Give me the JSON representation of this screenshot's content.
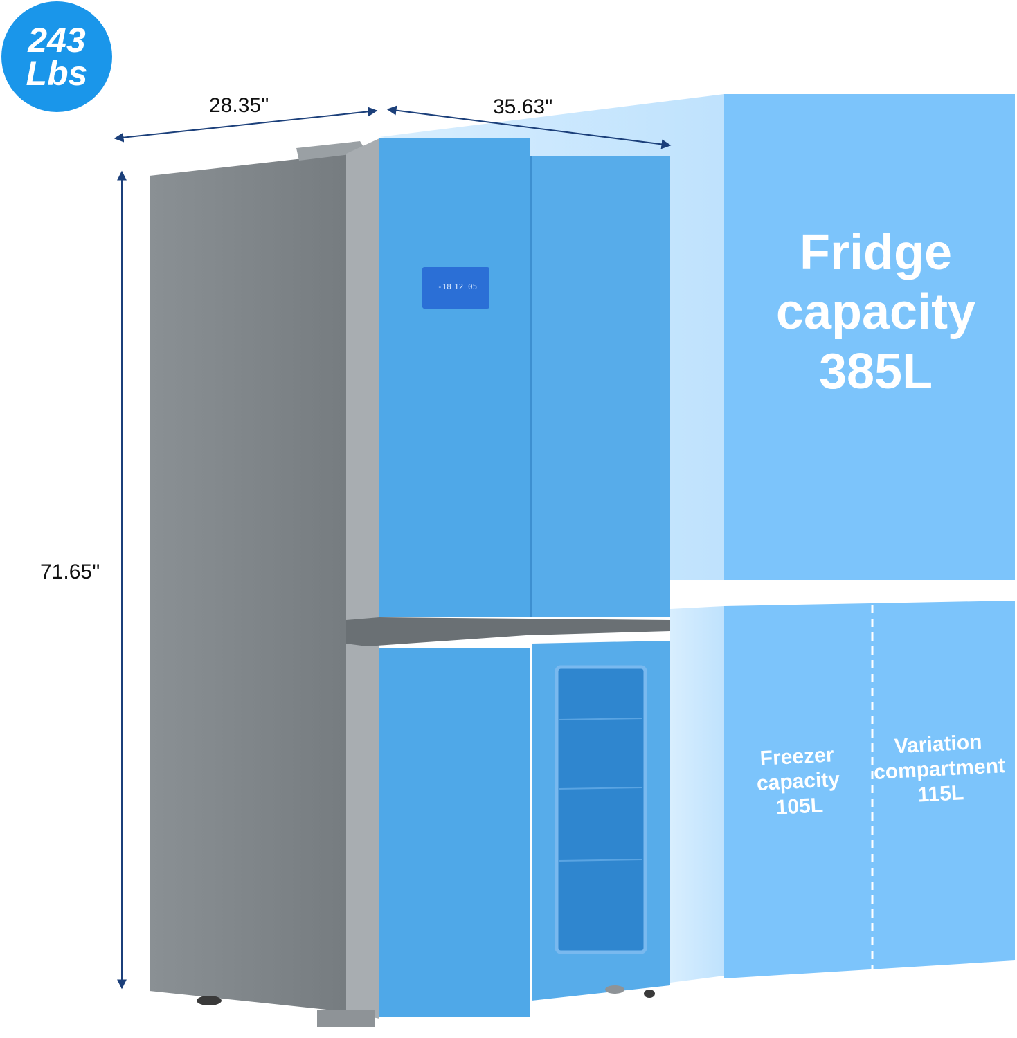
{
  "weight": {
    "value": "243",
    "unit": "Lbs"
  },
  "dimensions": {
    "depth": "28.35''",
    "width": "35.63''",
    "height": "71.65''"
  },
  "capacities": {
    "fridge": {
      "line1": "Fridge",
      "line2": "capacity",
      "line3": "385L"
    },
    "freezer": {
      "line1": "Freezer",
      "line2": "capacity",
      "line3": "105L"
    },
    "variation": {
      "line1": "Variation",
      "line2": "compartment",
      "line3": "115L"
    }
  },
  "display_panel": {
    "freezer_temp": "-18",
    "fridge_temp": "12",
    "variation_temp": "05"
  },
  "colors": {
    "badge": "#1a96ea",
    "door_overlay": "#4fa8e8",
    "capacity_block": "#7cc4fb",
    "capacity_block_light": "#cfe9fd",
    "steel": "#7c8286",
    "arrow": "#1b3f7a"
  }
}
